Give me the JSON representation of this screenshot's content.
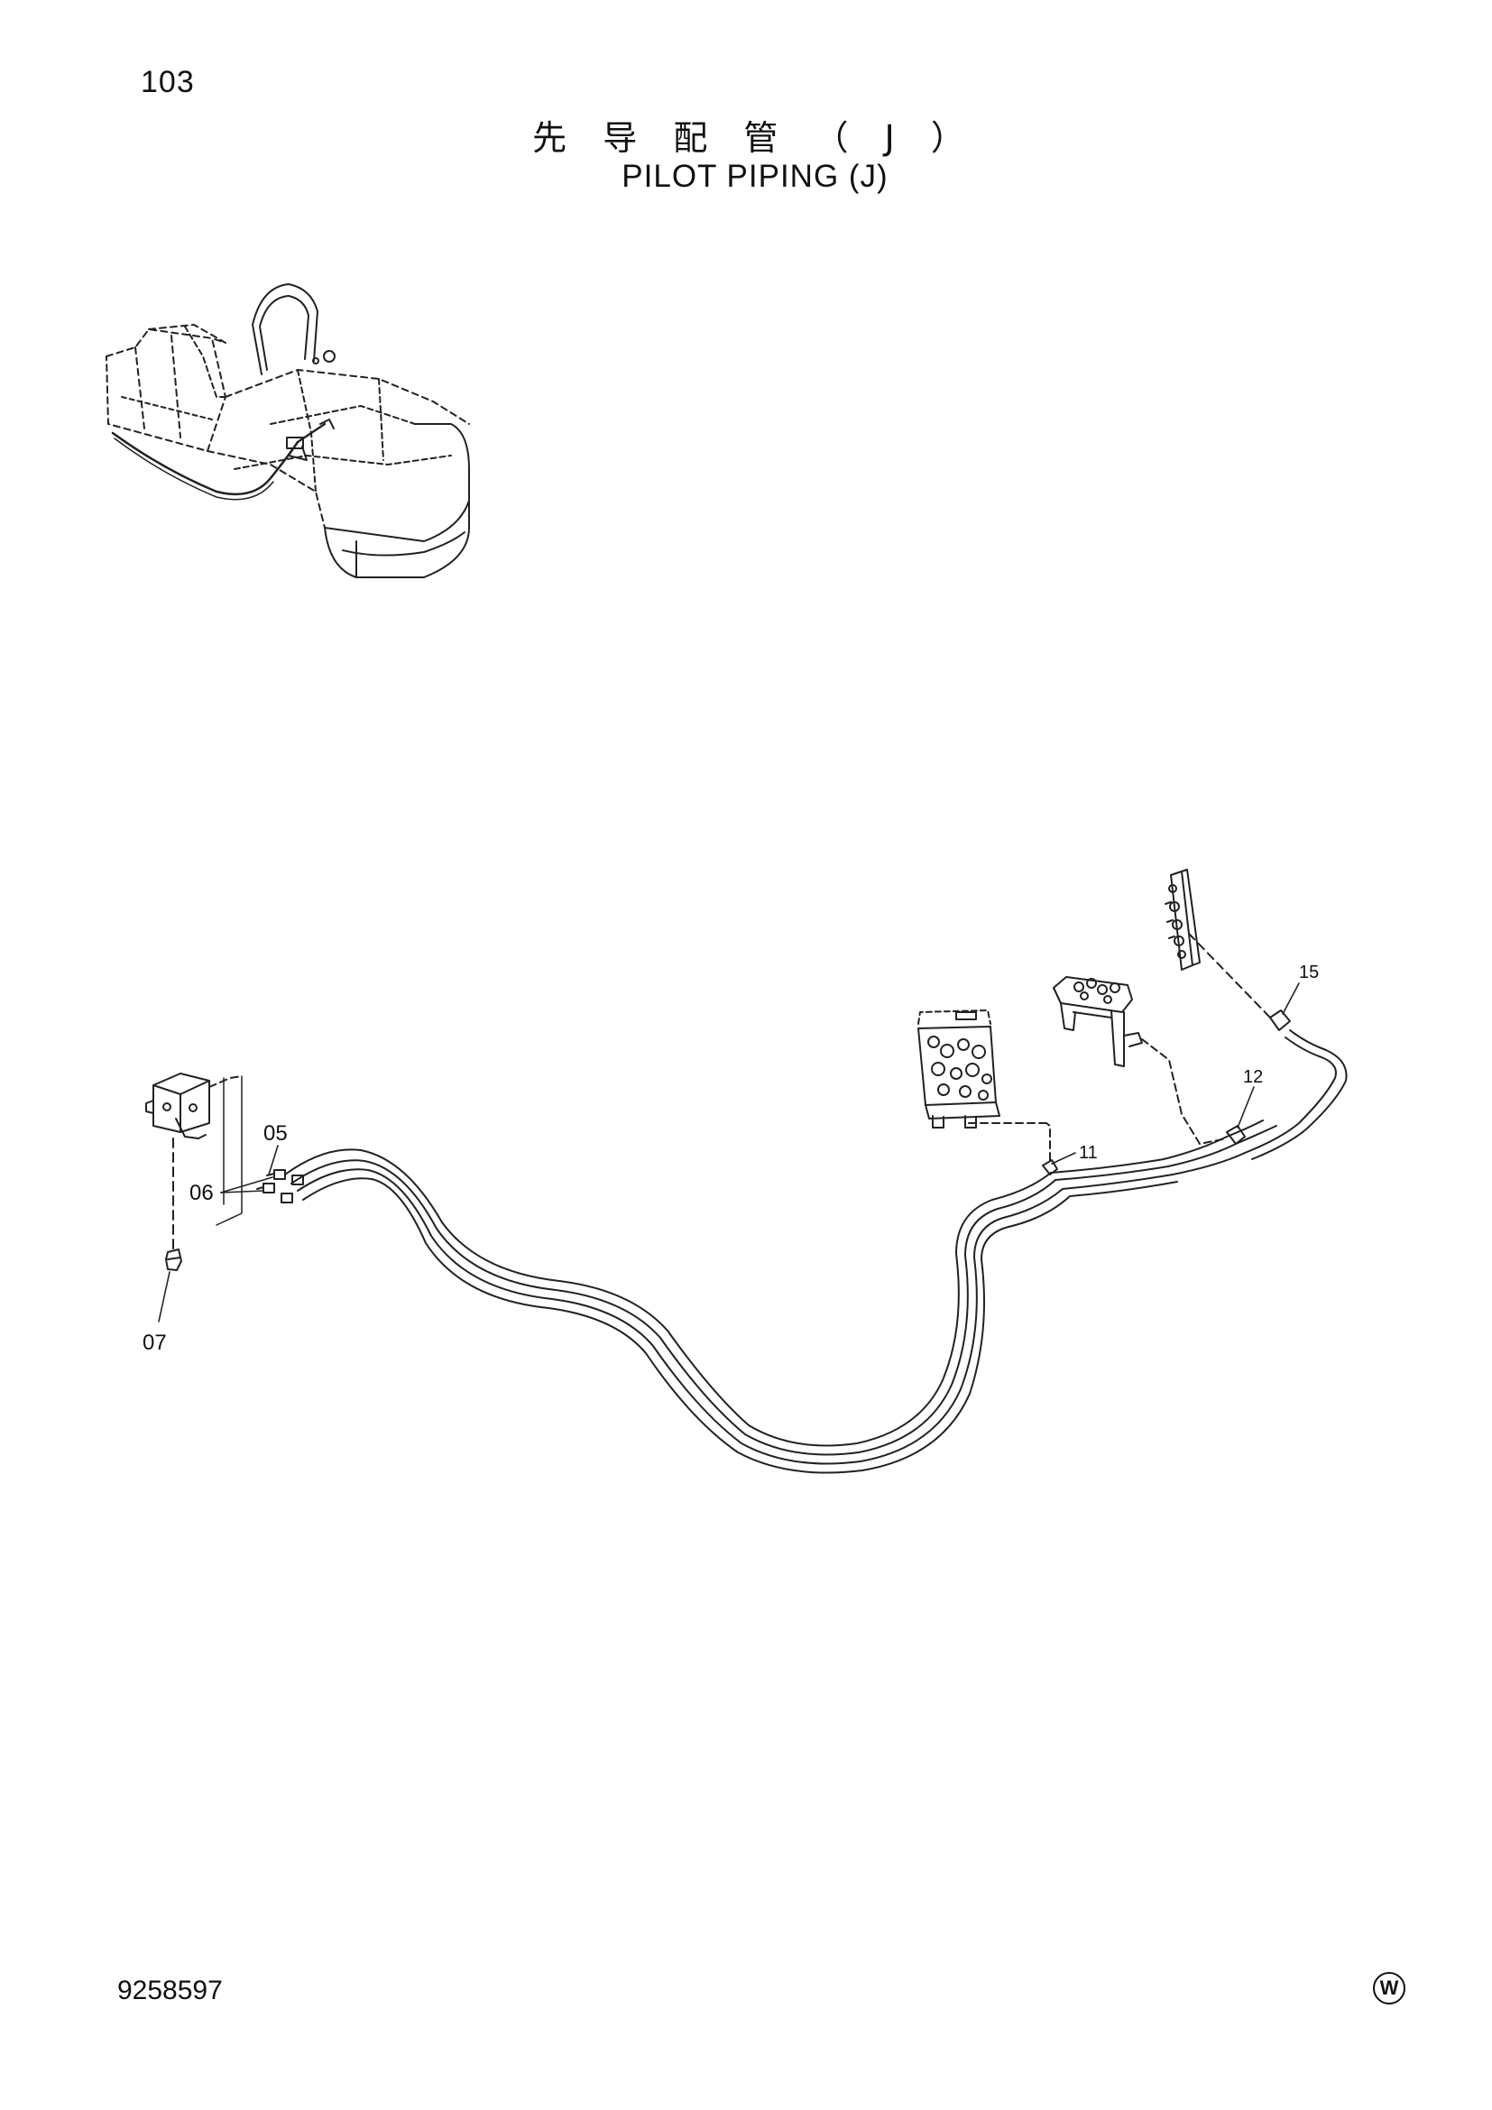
{
  "page": {
    "number": "103",
    "title_jp": "先 导 配 管 （ J ）",
    "title_en": "PILOT PIPING (J)",
    "doc_number": "9258597",
    "mark": "W"
  },
  "callouts": [
    {
      "id": "c05",
      "label": "05"
    },
    {
      "id": "c06",
      "label": "06"
    },
    {
      "id": "c07",
      "label": "07"
    },
    {
      "id": "c11",
      "label": "11"
    },
    {
      "id": "c12",
      "label": "12"
    },
    {
      "id": "c15",
      "label": "15"
    }
  ]
}
